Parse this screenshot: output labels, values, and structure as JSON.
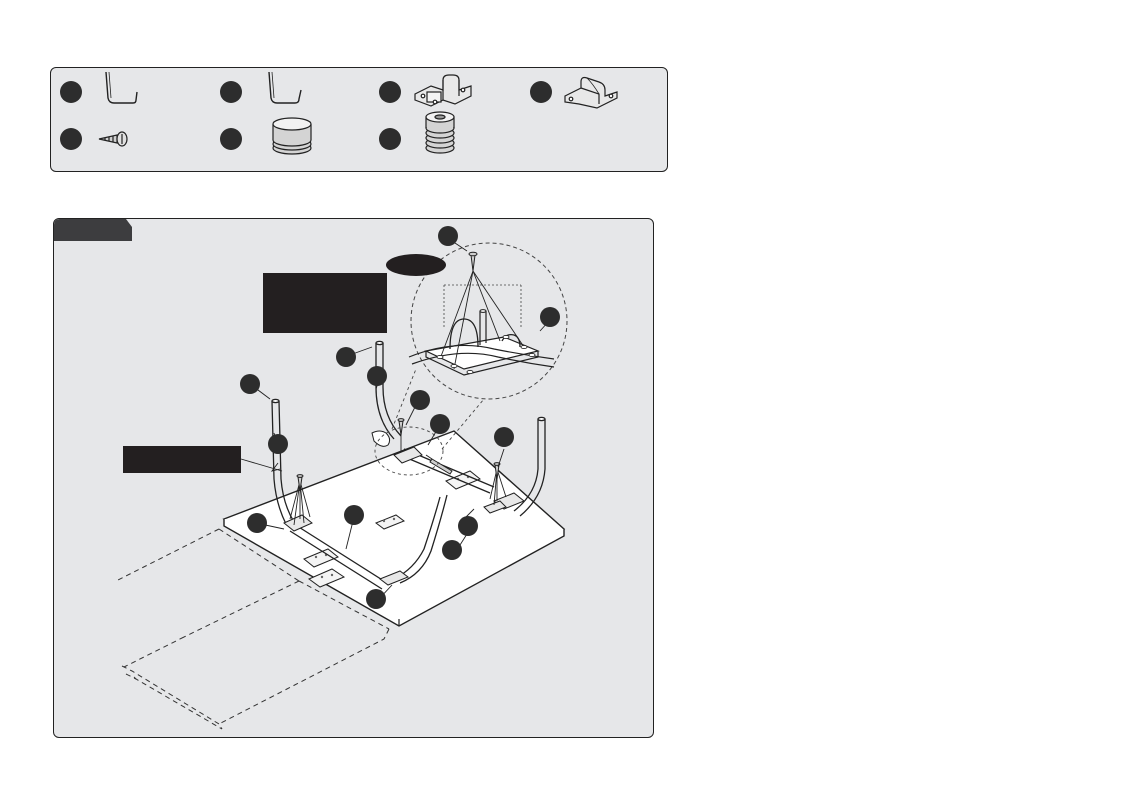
{
  "document": {
    "parts_legend": {
      "items": [
        {
          "id": "part-a",
          "icon": "bent-leg-bar-icon"
        },
        {
          "id": "part-b",
          "icon": "bent-leg-bar-icon"
        },
        {
          "id": "part-c",
          "icon": "hinge-bracket-icon"
        },
        {
          "id": "part-d",
          "icon": "omega-bracket-icon"
        },
        {
          "id": "part-e",
          "icon": "screw-icon"
        },
        {
          "id": "part-f",
          "icon": "flat-foot-cap-icon"
        },
        {
          "id": "part-g",
          "icon": "ribbed-foot-cap-icon"
        }
      ]
    },
    "assembly_step": {
      "tab_color": "#3d3d3f",
      "panel_color": "#e6e7e9",
      "callout_color": "#2d2d2d",
      "label_box_color": "#231f20"
    }
  }
}
